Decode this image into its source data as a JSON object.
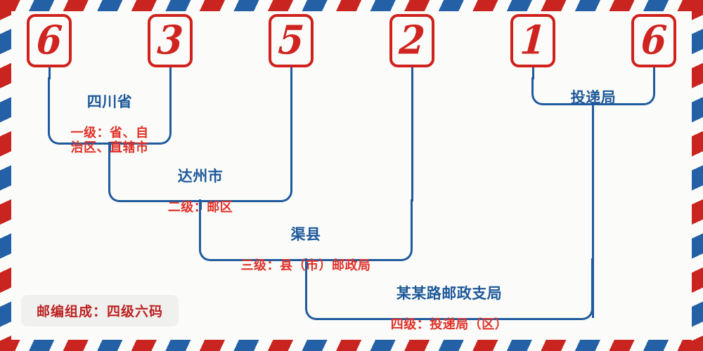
{
  "postcode": {
    "digits": [
      "6",
      "3",
      "5",
      "2",
      "1",
      "6"
    ]
  },
  "levels": [
    {
      "title": "四川省",
      "subtitle": "一级：省、自\n治区、直辖市"
    },
    {
      "title": "达州市",
      "subtitle": "二级：邮区"
    },
    {
      "title": "渠县",
      "subtitle": "三级：县（市）邮政局"
    },
    {
      "title": "某某路邮政支局",
      "subtitle": "四级：投递局（区）"
    }
  ],
  "delivery_office": {
    "title": "投递局"
  },
  "footer": {
    "badge": "邮编组成：四级六码"
  },
  "colors": {
    "red": "#d0211c",
    "blue": "#205a9e",
    "title_blue": "#1d5899",
    "sub_red": "#e03129",
    "badge_bg": "#f0f0ef",
    "paper": "#fbfcf9"
  }
}
